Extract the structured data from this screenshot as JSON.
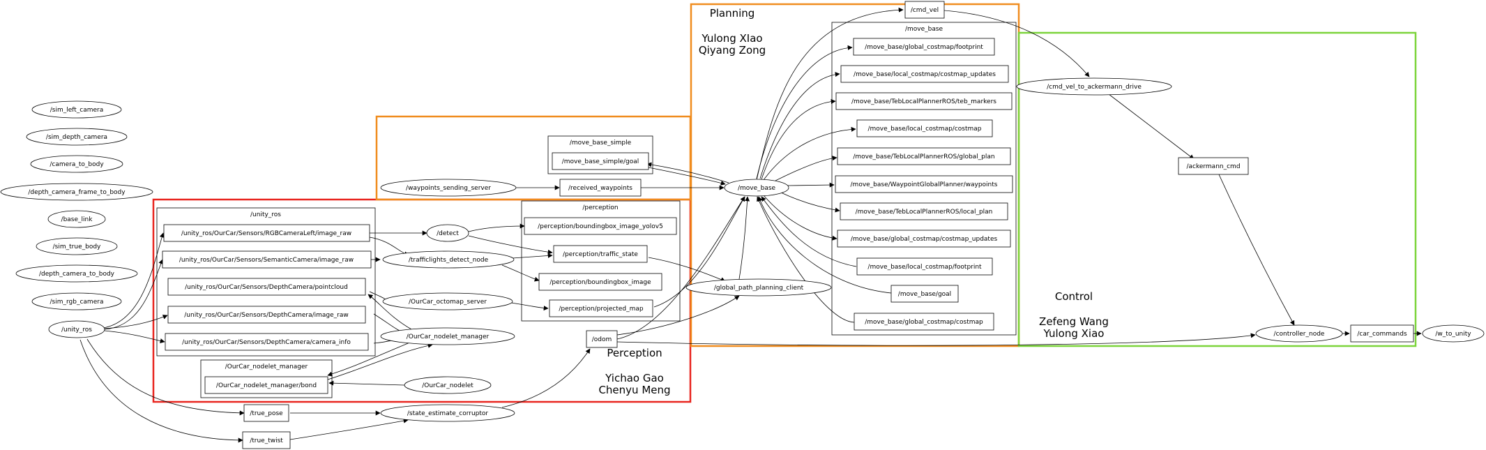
{
  "colors": {
    "perception": "#e8251f",
    "planning": "#f08c1e",
    "control": "#7cd43b",
    "line": "#000000"
  },
  "teams": {
    "perception": {
      "title": "Perception",
      "members": [
        "Yichao Gao",
        "Chenyu Meng"
      ]
    },
    "planning": {
      "title": "Planning",
      "members": [
        "Yulong XIao",
        "Qiyang Zong"
      ]
    },
    "control": {
      "title": "Control",
      "members": [
        "Zefeng Wang",
        "Yulong Xiao"
      ]
    }
  },
  "clusters": {
    "unity_ros": "/unity_ros",
    "perception": "/perception",
    "move_base_simple": "/move_base_simple",
    "move_base": "/move_base",
    "nodelet_manager": "/OurCar_nodelet_manager"
  },
  "nodes": {
    "sim_left_camera": "/sim_left_camera",
    "sim_depth_camera": "/sim_depth_camera",
    "camera_to_body": "/camera_to_body",
    "depth_camera_frame_to_body": "/depth_camera_frame_to_body",
    "base_link": "/base_link",
    "sim_true_body": "/sim_true_body",
    "depth_camera_to_body": "/depth_camera_to_body",
    "sim_rgb_camera": "/sim_rgb_camera",
    "unity_ros": "/unity_ros",
    "rgb_image": "/unity_ros/OurCar/Sensors/RGBCameraLeft/image_raw",
    "semantic_image": "/unity_ros/OurCar/Sensors/SemanticCamera/image_raw",
    "depth_pointcloud": "/unity_ros/OurCar/Sensors/DepthCamera/pointcloud",
    "depth_image": "/unity_ros/OurCar/Sensors/DepthCamera/image_raw",
    "depth_info": "/unity_ros/OurCar/Sensors/DepthCamera/camera_info",
    "nodelet_bond": "/OurCar_nodelet_manager/bond",
    "true_pose": "/true_pose",
    "true_twist": "/true_twist",
    "detect": "/detect",
    "trafficlights": "/trafficlights_detect_node",
    "octomap": "/OurCar_octomap_server",
    "nodelet_manager": "/OurCar_nodelet_manager",
    "nodelet": "/OurCar_nodelet",
    "state_estimate": "/state_estimate_corruptor",
    "waypoints_server": "/waypoints_sending_server",
    "received_waypoints": "/received_waypoints",
    "simple_goal": "/move_base_simple/goal",
    "bbox_yolov5": "/perception/boundingbox_image_yolov5",
    "traffic_state": "/perception/traffic_state",
    "bbox_image": "/perception/boundingbox_image",
    "projected_map": "/perception/projected_map",
    "odom": "/odom",
    "global_path_client": "/global_path_planning_client",
    "move_base": "/move_base",
    "cmd_vel": "/cmd_vel",
    "mb_global_footprint": "/move_base/global_costmap/footprint",
    "mb_local_updates": "/move_base/local_costmap/costmap_updates",
    "mb_teb_markers": "/move_base/TebLocalPlannerROS/teb_markers",
    "mb_local_costmap": "/move_base/local_costmap/costmap",
    "mb_teb_global_plan": "/move_base/TebLocalPlannerROS/global_plan",
    "mb_waypoints": "/move_base/WaypointGlobalPlanner/waypoints",
    "mb_teb_local_plan": "/move_base/TebLocalPlannerROS/local_plan",
    "mb_global_updates": "/move_base/global_costmap/costmap_updates",
    "mb_local_footprint": "/move_base/local_costmap/footprint",
    "mb_goal": "/move_base/goal",
    "mb_global_costmap": "/move_base/global_costmap/costmap",
    "cmd_vel_to_ackermann": "/cmd_vel_to_ackermann_drive",
    "ackermann_cmd": "/ackermann_cmd",
    "controller_node": "/controller_node",
    "car_commands": "/car_commands",
    "w_to_unity": "/w_to_unity"
  }
}
